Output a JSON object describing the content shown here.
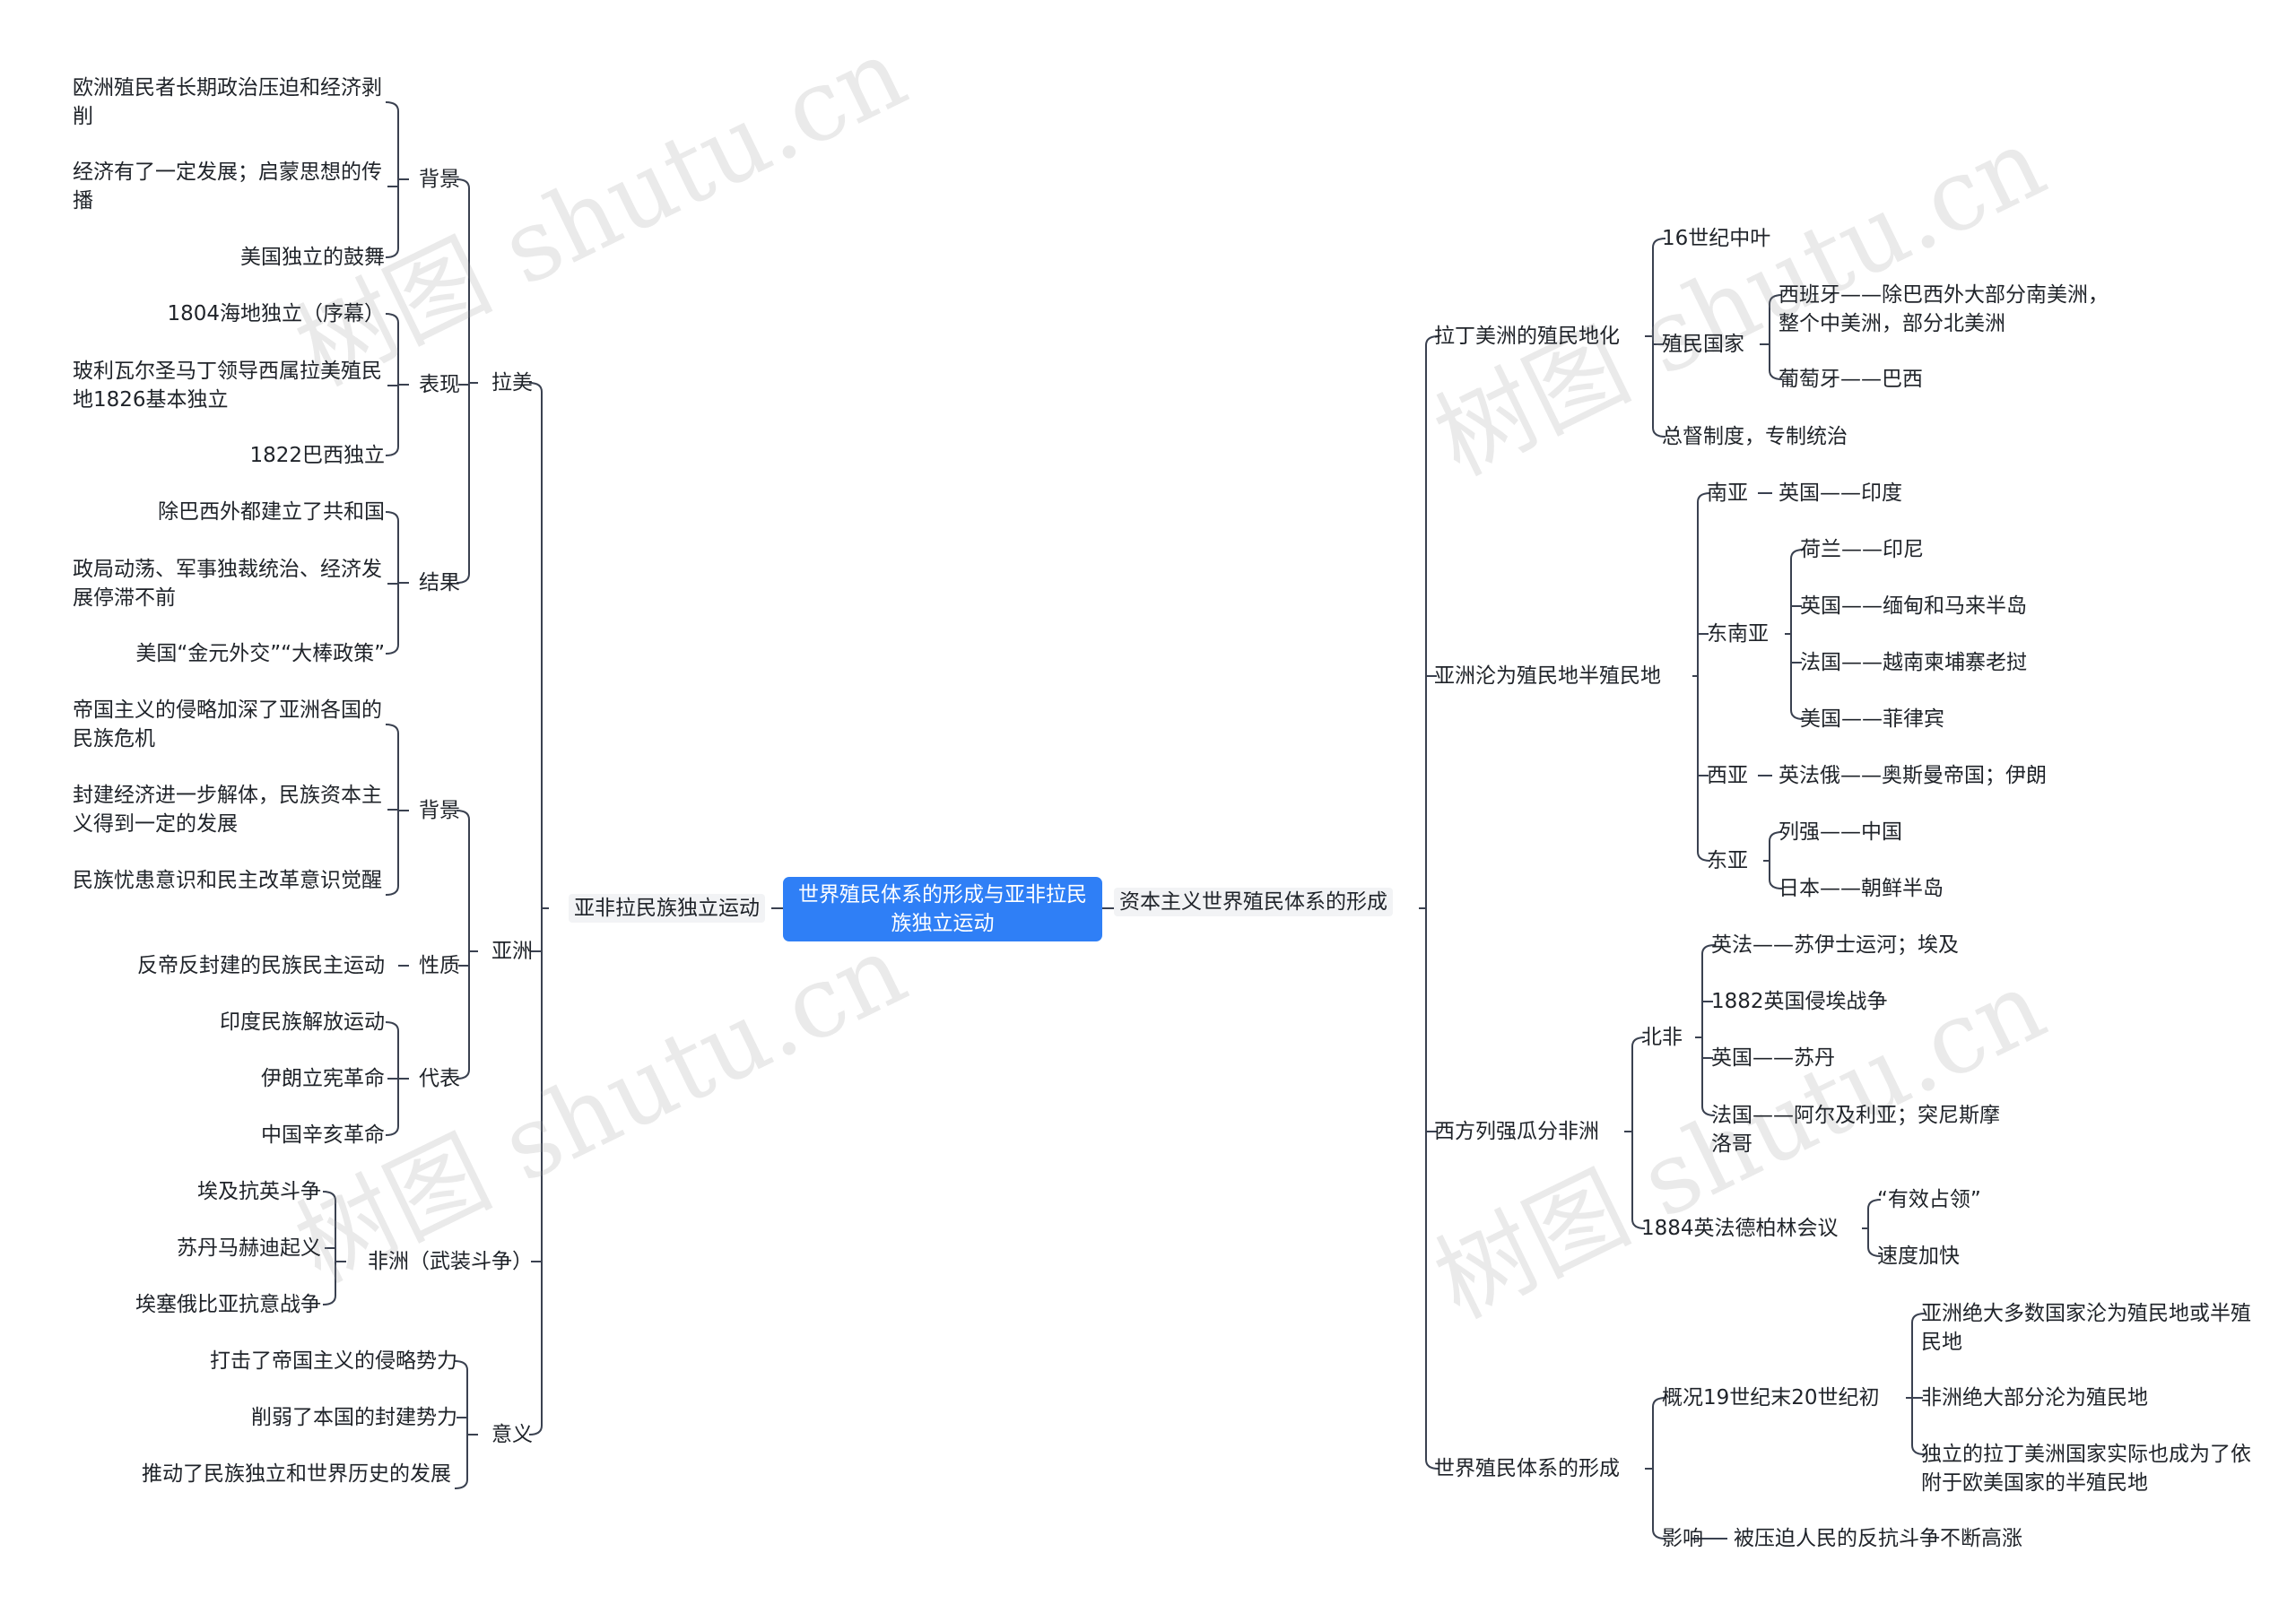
{
  "root": "世界殖民体系的形成与亚非拉民族独立运动",
  "left": {
    "title": "亚非拉民族独立运动",
    "branches": [
      {
        "label": "拉美",
        "children": [
          {
            "label": "背景",
            "items": [
              "欧洲殖民者长期政治压迫和经济剥削",
              "经济有了一定发展；启蒙思想的传播",
              "美国独立的鼓舞"
            ]
          },
          {
            "label": "表现",
            "items": [
              "1804海地独立（序幕）",
              "玻利瓦尔圣马丁领导西属拉美殖民地1826基本独立",
              "1822巴西独立"
            ]
          },
          {
            "label": "结果",
            "items": [
              "除巴西外都建立了共和国",
              "政局动荡、军事独裁统治、经济发展停滞不前",
              "美国“金元外交”“大棒政策”"
            ]
          }
        ]
      },
      {
        "label": "亚洲",
        "children": [
          {
            "label": "背景",
            "items": [
              "帝国主义的侵略加深了亚洲各国的民族危机",
              "封建经济进一步解体，民族资本主义得到一定的发展",
              "民族忧患意识和民主改革意识觉醒"
            ]
          },
          {
            "label": "性质",
            "items": [
              "反帝反封建的民族民主运动"
            ]
          },
          {
            "label": "代表",
            "items": [
              "印度民族解放运动",
              "伊朗立宪革命",
              "中国辛亥革命"
            ]
          }
        ]
      },
      {
        "label": "非洲（武装斗争）",
        "items": [
          "埃及抗英斗争",
          "苏丹马赫迪起义",
          "埃塞俄比亚抗意战争"
        ]
      },
      {
        "label": "意义",
        "items": [
          "打击了帝国主义的侵略势力",
          "削弱了本国的封建势力",
          "推动了民族独立和世界历史的发展"
        ]
      }
    ]
  },
  "right": {
    "title": "资本主义世界殖民体系的形成",
    "branches": [
      {
        "label": "拉丁美洲的殖民地化",
        "children": [
          {
            "label": "16世纪中叶"
          },
          {
            "label": "殖民国家",
            "items": [
              "西班牙——除巴西外大部分南美洲，整个中美洲，部分北美洲",
              "葡萄牙——巴西"
            ]
          },
          {
            "label": "总督制度，专制统治"
          }
        ]
      },
      {
        "label": "亚洲沦为殖民地半殖民地",
        "children": [
          {
            "label": "南亚",
            "items": [
              "英国——印度"
            ]
          },
          {
            "label": "东南亚",
            "items": [
              "荷兰——印尼",
              "英国——缅甸和马来半岛",
              "法国——越南柬埔寨老挝",
              "美国——菲律宾"
            ]
          },
          {
            "label": "西亚",
            "items": [
              "英法俄——奥斯曼帝国；伊朗"
            ]
          },
          {
            "label": "东亚",
            "items": [
              "列强——中国",
              "日本——朝鲜半岛"
            ]
          }
        ]
      },
      {
        "label": "西方列强瓜分非洲",
        "children": [
          {
            "label": "北非",
            "items": [
              "英法——苏伊士运河；埃及",
              "1882英国侵埃战争",
              "英国——苏丹",
              "法国——阿尔及利亚；突尼斯摩洛哥"
            ]
          },
          {
            "label": "1884英法德柏林会议",
            "items": [
              "“有效占领”",
              "速度加快"
            ]
          }
        ]
      },
      {
        "label": "世界殖民体系的形成",
        "children": [
          {
            "label": "概况19世纪末20世纪初",
            "items": [
              "亚洲绝大多数国家沦为殖民地或半殖民地",
              "非洲绝大部分沦为殖民地",
              "独立的拉丁美洲国家实际也成为了依附于欧美国家的半殖民地"
            ]
          },
          {
            "label": "影响",
            "items": [
              "被压迫人民的反抗斗争不断高涨"
            ]
          }
        ]
      }
    ]
  },
  "watermark": "树图 shutu.cn",
  "colors": {
    "root_bg": "#2f7ff6",
    "line": "#3a4150",
    "text": "#1f2329"
  }
}
